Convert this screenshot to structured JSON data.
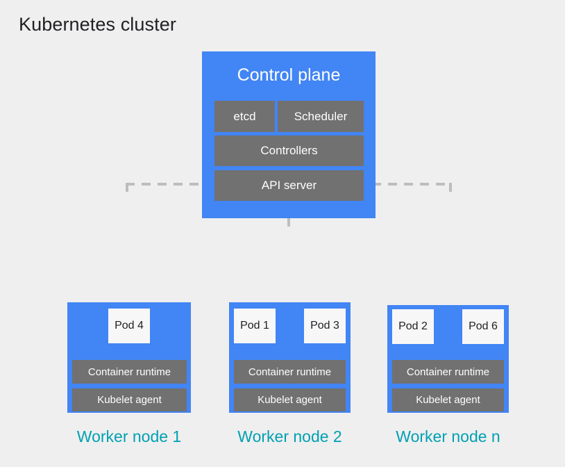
{
  "diagram": {
    "title": "Kubernetes cluster",
    "background_color": "#efefef",
    "accent_blue": "#4285f4",
    "box_gray": "#717171",
    "label_teal": "#00a0b3",
    "connector_gray": "#bdbdbd"
  },
  "control_plane": {
    "title": "Control plane",
    "components": [
      {
        "label": "etcd"
      },
      {
        "label": "Scheduler"
      },
      {
        "label": "Controllers"
      },
      {
        "label": "API server"
      }
    ]
  },
  "worker_nodes": [
    {
      "label": "Worker node 1",
      "pods": [
        {
          "label": "Pod 4"
        }
      ],
      "runtime": "Container runtime",
      "kubelet": "Kubelet agent"
    },
    {
      "label": "Worker node 2",
      "pods": [
        {
          "label": "Pod 1"
        },
        {
          "label": "Pod 3"
        }
      ],
      "runtime": "Container runtime",
      "kubelet": "Kubelet agent"
    },
    {
      "label": "Worker node n",
      "pods": [
        {
          "label": "Pod 2"
        },
        {
          "label": "Pod 6"
        }
      ],
      "runtime": "Container runtime",
      "kubelet": "Kubelet agent"
    }
  ],
  "connectors": {
    "style": "dashed",
    "description": "API server connects to each worker node"
  }
}
